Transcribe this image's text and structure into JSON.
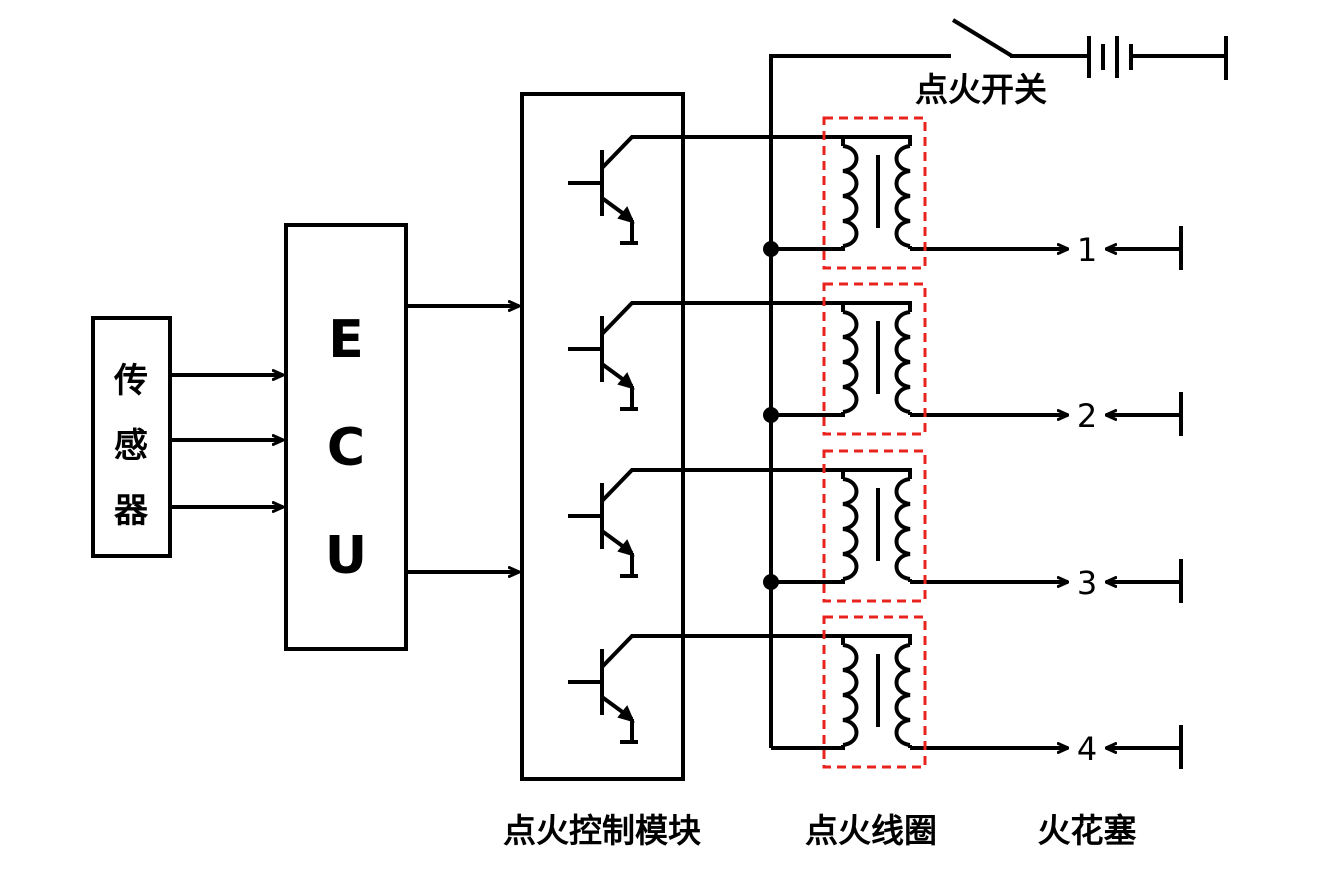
{
  "sensor": {
    "label_chars": [
      "传",
      "感",
      "器"
    ]
  },
  "ecu": {
    "label_chars": [
      "E",
      "C",
      "U"
    ]
  },
  "labels": {
    "ignition_switch": "点火开关",
    "ignition_module": "点火控制模块",
    "ignition_coil": "点火线圈",
    "spark_plug": "火花塞"
  },
  "cylinders": [
    "1",
    "2",
    "3",
    "4"
  ],
  "colors": {
    "line": "#000000",
    "coil_box": "#e8231d"
  }
}
